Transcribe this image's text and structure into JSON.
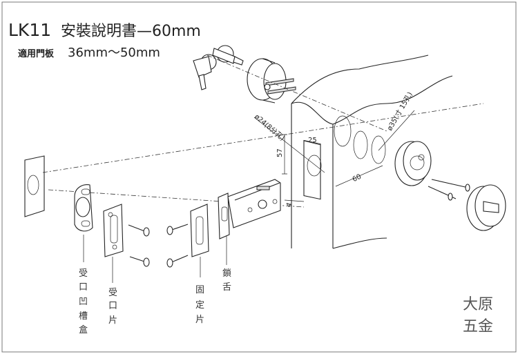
{
  "title": {
    "model": "LK11",
    "name": "安裝說明書—60mm"
  },
  "subtitle": {
    "label": "適用門板",
    "range": "36mm～50mm"
  },
  "dimensions": {
    "hole_small": "ø24(8分孔)",
    "hole_large": "ø35(寸 15孔)",
    "height": "57",
    "width": "25",
    "depth": "4",
    "backset": "60"
  },
  "parts": [
    {
      "label": [
        "受",
        "口",
        "凹",
        "槽",
        "盒"
      ]
    },
    {
      "label": [
        "受",
        "口",
        "片"
      ]
    },
    {
      "label": [
        "固",
        "定",
        "片"
      ]
    },
    {
      "label": [
        "鎖",
        "舌"
      ]
    }
  ],
  "brand": {
    "line1": "大原",
    "line2": "五金"
  }
}
